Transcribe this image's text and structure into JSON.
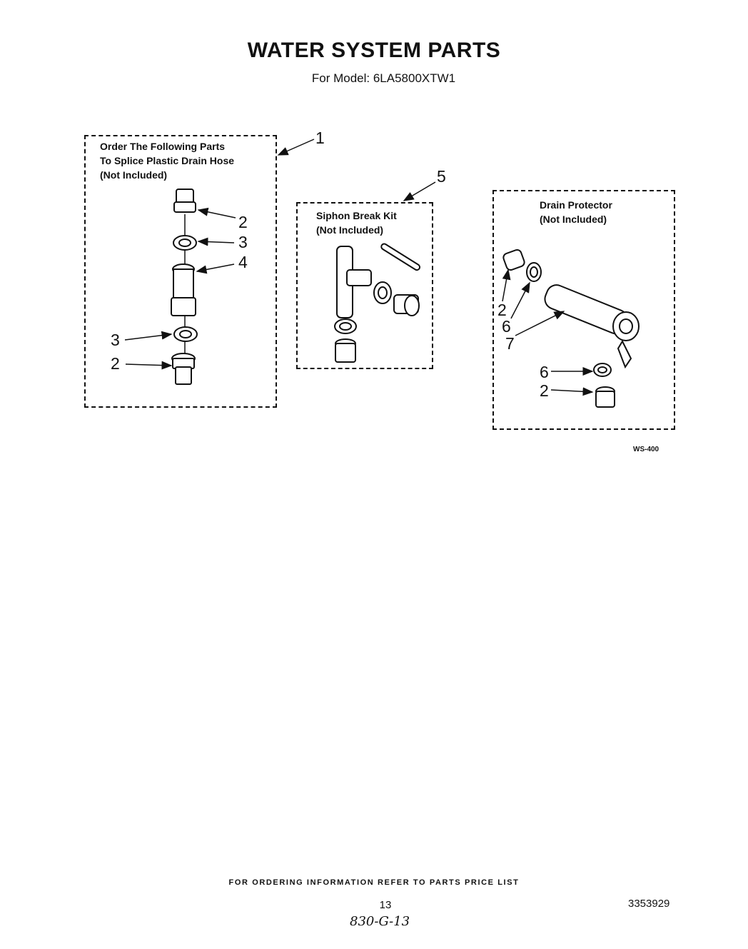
{
  "title": "WATER SYSTEM PARTS",
  "subtitle": "For Model: 6LA5800XTW1",
  "boxes": {
    "splice": {
      "line1": "Order The Following Parts",
      "line2": "To Splice Plastic Drain Hose",
      "line3": "(Not Included)"
    },
    "siphon": {
      "line1": "Siphon Break Kit",
      "line2": "(Not Included)"
    },
    "drain": {
      "line1": "Drain Protector",
      "line2": "(Not Included)"
    }
  },
  "callouts": {
    "c1": "1",
    "c2a": "2",
    "c3a": "3",
    "c4": "4",
    "c3b": "3",
    "c2b": "2",
    "c5": "5",
    "c2c": "2",
    "c6a": "6",
    "c7": "7",
    "c6b": "6",
    "c2d": "2"
  },
  "figure_code": "WS-400",
  "footer_note": "FOR ORDERING INFORMATION REFER TO PARTS PRICE LIST",
  "page_number": "13",
  "doc_number": "3353929",
  "handwritten_note": "830-G-13"
}
